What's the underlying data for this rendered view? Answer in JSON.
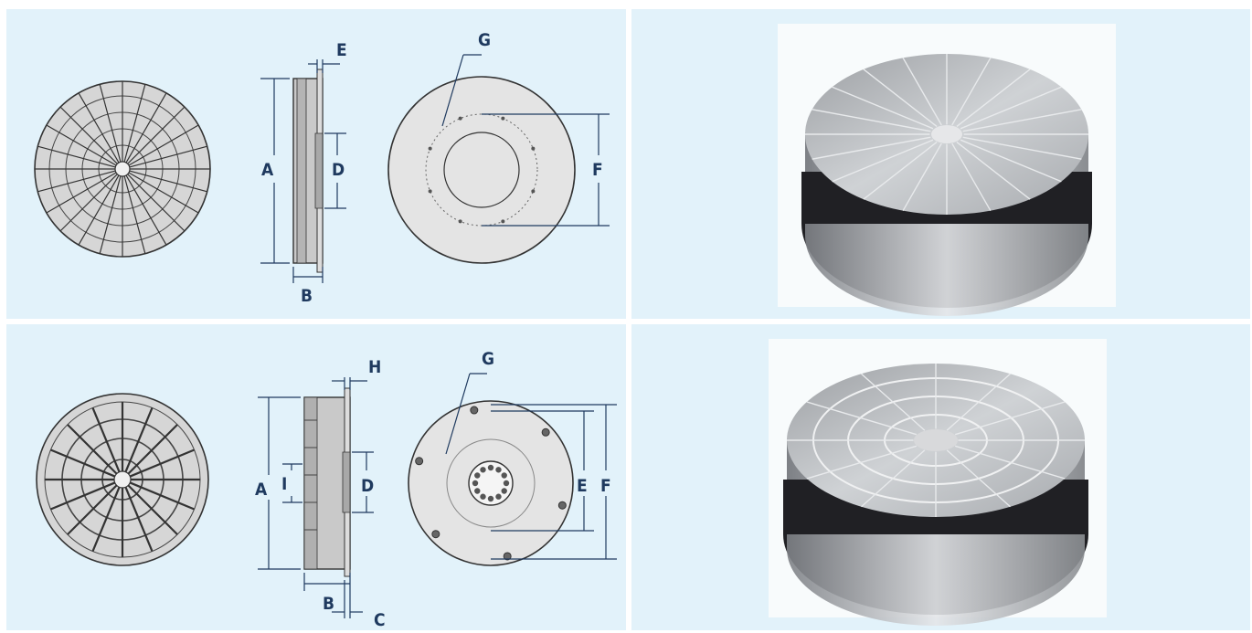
{
  "top_drawing": {
    "label_A": "A",
    "label_B": "B",
    "label_D": "D",
    "label_E": "E",
    "label_F": "F",
    "label_G": "G"
  },
  "bottom_drawing": {
    "label_A": "A",
    "label_B": "B",
    "label_C": "C",
    "label_D": "D",
    "label_E": "E",
    "label_F": "F",
    "label_G": "G",
    "label_H": "H",
    "label_I": "I"
  },
  "colors": {
    "panel_background": "#e2f2fa",
    "dimension_line": "#1f3a5f",
    "chuck_face": "#d9d9d9",
    "magnet_band": "#1e1e22"
  }
}
